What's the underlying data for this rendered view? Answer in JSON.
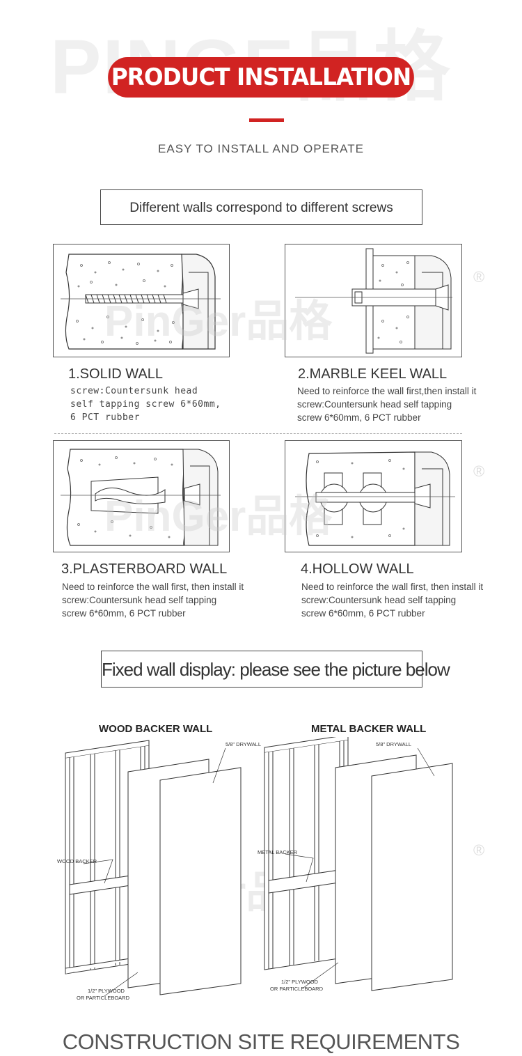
{
  "watermark": {
    "brand": "PINGE品格",
    "mid_brand": "PinGer品格",
    "registered": "®"
  },
  "header": {
    "banner": "PRODUCT INSTALLATION",
    "subtitle": "EASY TO INSTALL AND OPERATE"
  },
  "screws_box": "Different walls correspond to different screws",
  "walls": [
    {
      "title": "1.SOLID WALL",
      "lines": [
        "screw:Countersunk head",
        "self tapping screw 6*60mm,",
        "6 PCT rubber"
      ]
    },
    {
      "title": "2.MARBLE KEEL WALL",
      "lines": [
        "Need to reinforce the wall first,then install it",
        "screw:Countersunk head self tapping",
        "screw 6*60mm, 6 PCT rubber"
      ]
    },
    {
      "title": "3.PLASTERBOARD WALL",
      "lines": [
        "Need to reinforce the wall first, then install it",
        "screw:Countersunk head self tapping",
        "screw 6*60mm, 6 PCT rubber"
      ]
    },
    {
      "title": "4.HOLLOW WALL",
      "lines": [
        "Need to reinforce the wall first, then install it",
        "screw:Countersunk head self tapping",
        "screw 6*60mm, 6 PCT rubber"
      ]
    }
  ],
  "fixed_box": "Fixed wall display: please see the picture below",
  "backer": {
    "wood": {
      "title": "WOOD BACKER WALL",
      "drywall": "5/8\" DRYWALL",
      "backer": "WOOD BACKER",
      "plywood_1": "1/2\" PLYWOOD",
      "plywood_2": "OR PARTICLEBOARD"
    },
    "metal": {
      "title": "METAL BACKER WALL",
      "drywall": "5/8\" DRYWALL",
      "backer": "METAL BACKER",
      "plywood_1": "1/2\" PLYWOOD",
      "plywood_2": "OR PARTICLEBOARD"
    }
  },
  "footer": {
    "title": "CONSTRUCTION SITE REQUIREMENTS"
  },
  "colors": {
    "accent": "#d12322",
    "text": "#333333",
    "line": "#555555"
  }
}
